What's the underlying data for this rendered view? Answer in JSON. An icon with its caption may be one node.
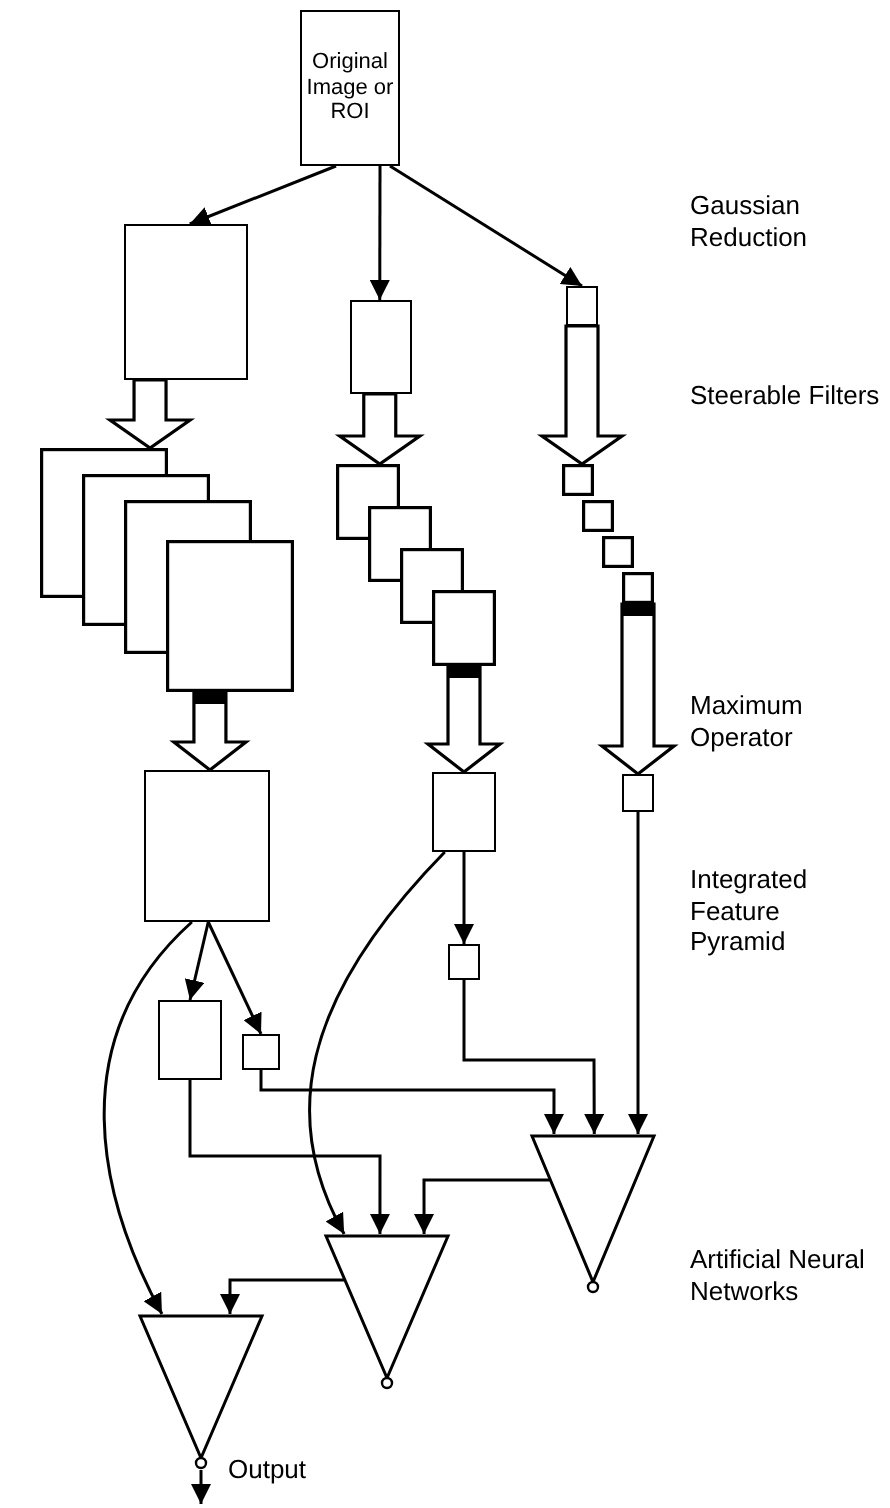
{
  "diagram": {
    "nodes": [
      {
        "text": [
          "Original Image or ROI"
        ]
      },
      {
        "text": [],
        "shape": "box"
      },
      {
        "text": [],
        "shape": "box"
      },
      {
        "text": [],
        "shape": "box"
      },
      {
        "text": [],
        "shape": "stack"
      },
      {
        "text": [],
        "shape": "stack"
      },
      {
        "text": [],
        "shape": "stack"
      },
      {
        "text": [],
        "shape": "box"
      },
      {
        "text": [],
        "shape": "box"
      },
      {
        "text": [],
        "shape": "box"
      },
      {
        "text": [],
        "shape": "box"
      },
      {
        "text": [],
        "shape": "box"
      },
      {
        "text": [],
        "shape": "box"
      },
      {
        "text": [],
        "shape": "triangle"
      },
      {
        "text": [],
        "shape": "triangle"
      },
      {
        "text": [],
        "shape": "triangle"
      }
    ],
    "edges": [
      {
        "from": 0,
        "to": 1,
        "arrow": "to"
      },
      {
        "from": 0,
        "to": 2,
        "arrow": "to"
      },
      {
        "from": 0,
        "to": 3,
        "arrow": "to"
      },
      {
        "from": 1,
        "to": 4,
        "arrow": "to",
        "style": "thick"
      },
      {
        "from": 2,
        "to": 5,
        "arrow": "to",
        "style": "thick"
      },
      {
        "from": 3,
        "to": 6,
        "arrow": "to",
        "style": "thick"
      },
      {
        "from": 4,
        "to": 7,
        "arrow": "to",
        "style": "thick"
      },
      {
        "from": 5,
        "to": 8,
        "arrow": "to",
        "style": "thick"
      },
      {
        "from": 6,
        "to": 9,
        "arrow": "to",
        "style": "thick"
      },
      {
        "from": 7,
        "to": 11,
        "arrow": "to"
      },
      {
        "from": 7,
        "to": 12,
        "arrow": "to"
      },
      {
        "from": 7,
        "to": 15,
        "arrow": "to"
      },
      {
        "from": 8,
        "to": 10,
        "arrow": "to"
      },
      {
        "from": 8,
        "to": 14,
        "arrow": "to"
      },
      {
        "from": 10,
        "to": 13,
        "arrow": "to"
      },
      {
        "from": 12,
        "to": 13,
        "arrow": "to"
      },
      {
        "from": 9,
        "to": 13,
        "arrow": "to"
      },
      {
        "from": 11,
        "to": 14,
        "arrow": "to"
      },
      {
        "from": 13,
        "to": 14,
        "arrow": "to"
      },
      {
        "from": 14,
        "to": 15,
        "arrow": "to"
      },
      {
        "from": 15,
        "to": null,
        "arrow": "to",
        "label": "Output"
      }
    ],
    "labels": [
      "Gaussian Reduction",
      "Steerable Filters",
      "Maximum Operator",
      "Integrated Feature Pyramid",
      "Artificial Neural Networks"
    ]
  }
}
